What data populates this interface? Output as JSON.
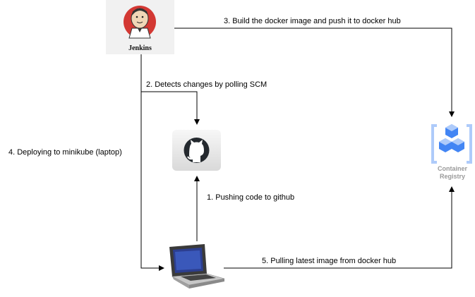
{
  "nodes": {
    "jenkins": {
      "label": "Jenkins"
    },
    "github": {
      "icon": "github-octocat-icon"
    },
    "laptop": {
      "icon": "laptop-icon"
    },
    "registry": {
      "label": "Container\nRegistry",
      "icon": "container-registry-icon"
    }
  },
  "edges": {
    "e1": {
      "label": "1. Pushing code to github"
    },
    "e2": {
      "label": "2. Detects changes by polling SCM"
    },
    "e3": {
      "label": "3. Build the docker image and push it to docker hub"
    },
    "e4": {
      "label": "4. Deploying to minikube (laptop)"
    },
    "e5": {
      "label": "5. Pulling latest image from docker hub"
    }
  },
  "colors": {
    "line": "#000000",
    "registry_blue": "#4285f4",
    "registry_light": "#aecbfa",
    "registry_text": "#999999",
    "jenkins_red": "#d33833"
  }
}
